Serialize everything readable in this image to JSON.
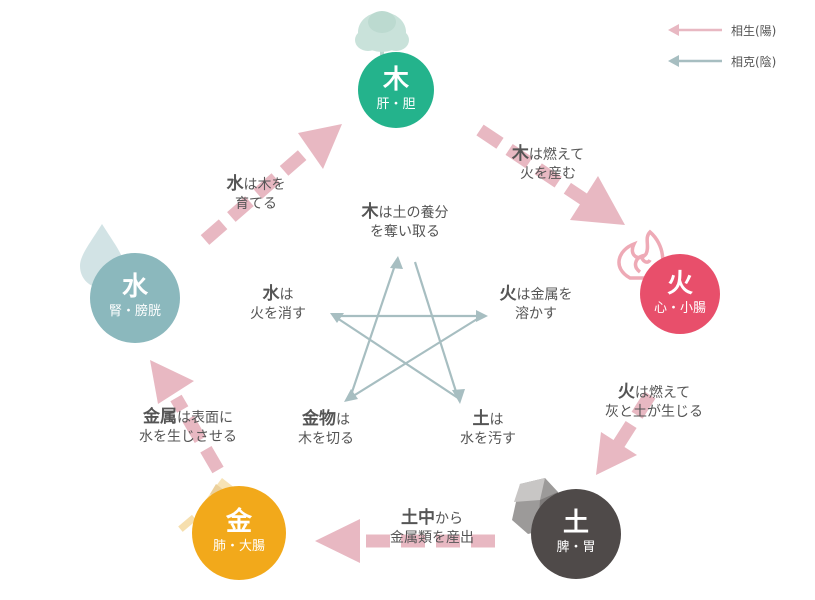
{
  "legend": [
    {
      "label": "相生(陽)",
      "color": "#e8b8c2"
    },
    {
      "label": "相克(陰)",
      "color": "#a7bec1"
    }
  ],
  "elements": {
    "wood": {
      "kanji": "木",
      "organs": "肝・胆",
      "color": "#24b38c"
    },
    "fire": {
      "kanji": "火",
      "organs": "心・小腸",
      "color": "#e84f6b"
    },
    "earth": {
      "kanji": "土",
      "organs": "脾・胃",
      "color": "#4f4a49"
    },
    "metal": {
      "kanji": "金",
      "organs": "肺・大腸",
      "color": "#f2a91b"
    },
    "water": {
      "kanji": "水",
      "organs": "腎・膀胱",
      "color": "#8bb8bd"
    }
  },
  "generation": {
    "wood_fire": {
      "key": "木",
      "rest1": "は燃えて",
      "line2": "火を産む"
    },
    "fire_earth": {
      "key": "火",
      "rest1": "は燃えて",
      "line2": "灰と土が生じる"
    },
    "earth_metal": {
      "key": "土中",
      "rest1": "から",
      "line2": "金属類を産出"
    },
    "metal_water": {
      "key": "金属",
      "rest1": "は表面に",
      "line2": "水を生じさせる"
    },
    "water_wood": {
      "key": "水",
      "rest1": "は木を",
      "line2": "育てる"
    }
  },
  "control": {
    "wood_earth": {
      "key": "木",
      "rest1": "は土の養分",
      "line2": "を奪い取る"
    },
    "fire_metal": {
      "key": "火",
      "rest1": "は金属を",
      "line2": "溶かす"
    },
    "earth_water": {
      "key": "土",
      "rest1": "は",
      "line2": "水を汚す"
    },
    "metal_wood": {
      "key": "金物",
      "rest1": "は",
      "line2": "木を切る"
    },
    "water_fire": {
      "key": "水",
      "rest1": "は",
      "line2": "火を消す"
    }
  }
}
